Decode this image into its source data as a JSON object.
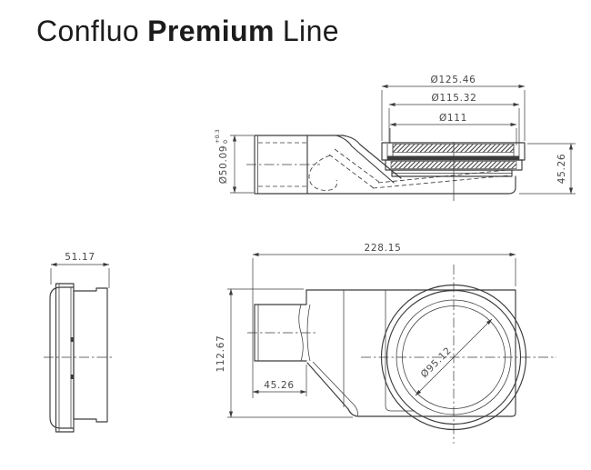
{
  "title": {
    "prefix": "Confluo",
    "bold": "Premium",
    "suffix": "Line"
  },
  "colors": {
    "background": "#ffffff",
    "line": "#3c3c3c",
    "dim_text": "#474747",
    "title_text": "#1c1c1c"
  },
  "side_view": {
    "dim_grate_outer": "Ø125.46",
    "dim_grate_mid": "Ø115.32",
    "dim_grate_inner": "Ø111",
    "dim_height": "45.26",
    "dim_outlet_diameter": "Ø50.09",
    "dim_outlet_tol_upper": "+0.3",
    "dim_outlet_tol_lower": "0"
  },
  "end_view": {
    "dim_width": "51.17"
  },
  "top_view": {
    "dim_length": "228.15",
    "dim_depth": "112.67",
    "dim_outlet_offset": "45.26",
    "dim_drain_diameter": "Ø95.12"
  }
}
